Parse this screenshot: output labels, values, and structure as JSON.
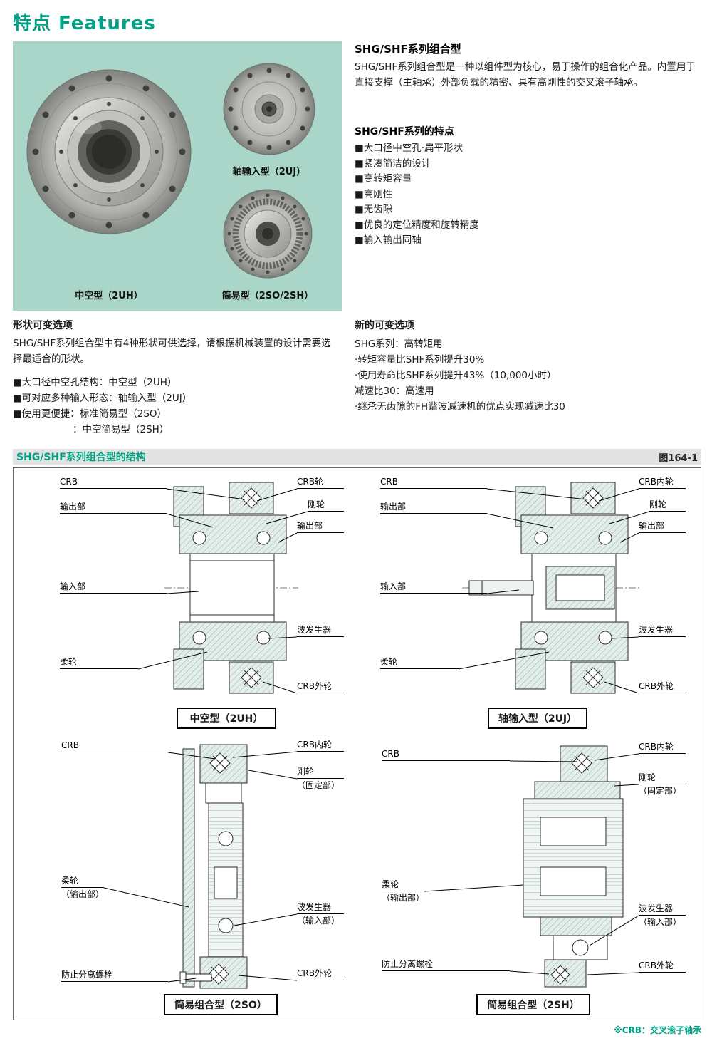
{
  "page": {
    "title": "特点 Features",
    "figure_ref": "图164-1",
    "structure_heading": "SHG/SHF系列组合型的结构",
    "crb_note": "※CRB：交叉滚子轴承"
  },
  "colors": {
    "accent": "#00a085",
    "panel_bg": "#a9d6c8"
  },
  "photo_panel": {
    "labels": {
      "hollow": "中空型（2UH）",
      "shaft_input": "轴输入型（2UJ）",
      "simple": "简易型（2SO/2SH）"
    }
  },
  "intro": {
    "heading": "SHG/SHF系列组合型",
    "body": "SHG/SHF系列组合型是一种以组件型为核心，易于操作的组合化产品。内置用于直接支撑（主轴承）外部负载的精密、具有高刚性的交叉滚子轴承。",
    "features_heading": "SHG/SHF系列的特点",
    "features": [
      "■大口径中空孔·扁平形状",
      "■紧凑简洁的设计",
      "■高转矩容量",
      "■高刚性",
      "■无齿隙",
      "■优良的定位精度和旋转精度",
      "■输入输出同轴"
    ]
  },
  "shape_options": {
    "heading": "形状可变选项",
    "body": "SHG/SHF系列组合型中有4种形状可供选择，请根据机械装置的设计需要选择最适合的形状。",
    "items": [
      "■大口径中空孔结构：中空型（2UH）",
      "■可对应多种输入形态：轴输入型（2UJ）",
      "■使用更便捷：标准简易型（2SO）",
      "：中空简易型（2SH）"
    ]
  },
  "new_options": {
    "heading": "新的可变选项",
    "lines": [
      "SHG系列：高转矩用",
      "·转矩容量比SHF系列提升30%",
      "·使用寿命比SHF系列提升43%（10,000小时）",
      "减速比30：高速用",
      "·继承无齿隙的FH谐波减速机的优点实现减速比30"
    ]
  },
  "structure": {
    "diagrams": [
      {
        "caption": "中空型（2UH）",
        "labels": {
          "crb": "CRB",
          "output_top": "输出部",
          "input": "输入部",
          "flexspline": "柔轮",
          "crb_inner": "CRB轮",
          "circular_spline": "刚轮",
          "output_right": "输出部",
          "wave_generator": "波发生器",
          "crb_outer": "CRB外轮"
        }
      },
      {
        "caption": "轴输入型（2UJ）",
        "labels": {
          "crb": "CRB",
          "output_top": "输出部",
          "input": "输入部",
          "flexspline": "柔轮",
          "crb_inner": "CRB内轮",
          "circular_spline": "刚轮",
          "output_right": "输出部",
          "wave_generator": "波发生器",
          "crb_outer": "CRB外轮"
        }
      },
      {
        "caption": "简易组合型（2SO）",
        "labels": {
          "crb": "CRB",
          "flexspline": "柔轮",
          "flexspline_sub": "（输出部）",
          "bolt": "防止分离螺栓",
          "crb_inner": "CRB内轮",
          "circular_spline": "刚轮",
          "circular_spline_sub": "（固定部）",
          "wave_generator": "波发生器",
          "wave_generator_sub": "（输入部）",
          "crb_outer": "CRB外轮"
        }
      },
      {
        "caption": "简易组合型（2SH）",
        "labels": {
          "crb": "CRB",
          "flexspline": "柔轮",
          "flexspline_sub": "（输出部）",
          "bolt": "防止分离螺栓",
          "crb_inner": "CRB内轮",
          "circular_spline": "刚轮",
          "circular_spline_sub": "（固定部）",
          "wave_generator": "波发生器",
          "wave_generator_sub": "（输入部）",
          "crb_outer": "CRB外轮"
        }
      }
    ]
  }
}
